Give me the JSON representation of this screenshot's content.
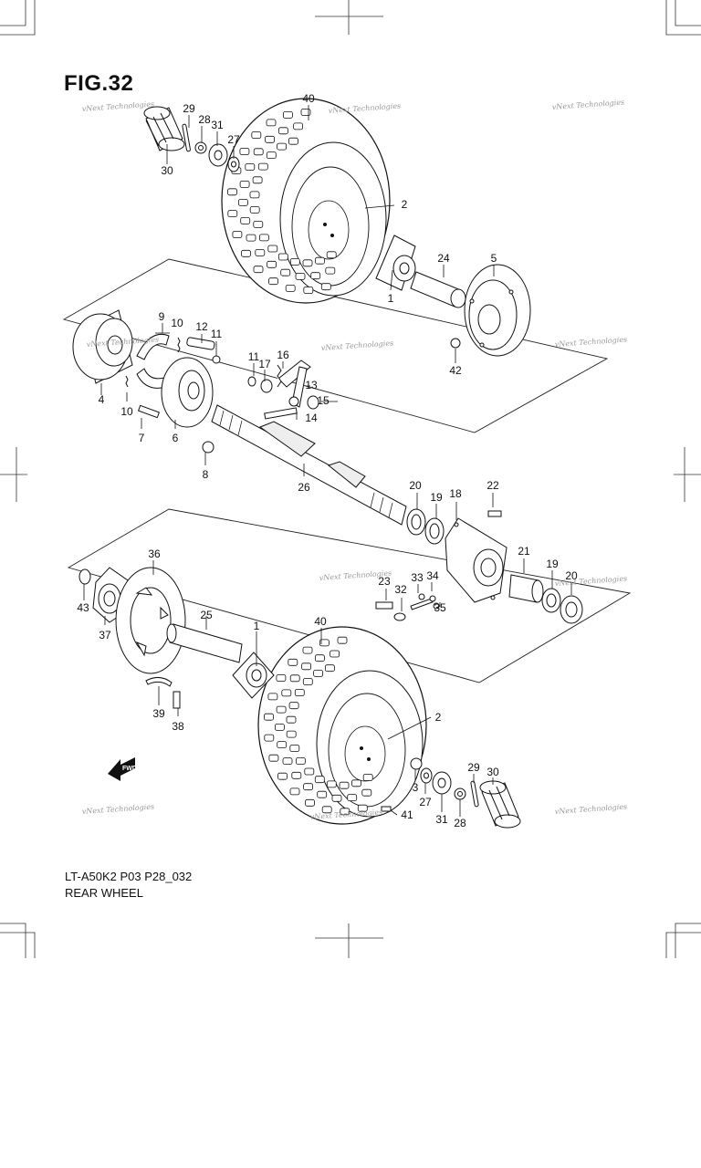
{
  "figure": {
    "title": "FIG.32",
    "code": "LT-A50K2 P03 P28_032",
    "name": "REAR WHEEL",
    "direction_label": "FWD"
  },
  "watermark": {
    "text": "vNext Technologies"
  },
  "callouts": [
    "40",
    "29",
    "28",
    "31",
    "27",
    "30",
    "2",
    "24",
    "5",
    "1",
    "42",
    "9",
    "10",
    "12",
    "11",
    "11",
    "17",
    "16",
    "13",
    "15",
    "14",
    "4",
    "10",
    "7",
    "6",
    "8",
    "26",
    "20",
    "19",
    "18",
    "22",
    "21",
    "19",
    "20",
    "23",
    "33",
    "34",
    "32",
    "35",
    "36",
    "43",
    "37",
    "25",
    "1",
    "40",
    "39",
    "38",
    "2",
    "3",
    "27",
    "31",
    "28",
    "29",
    "30",
    "41"
  ]
}
